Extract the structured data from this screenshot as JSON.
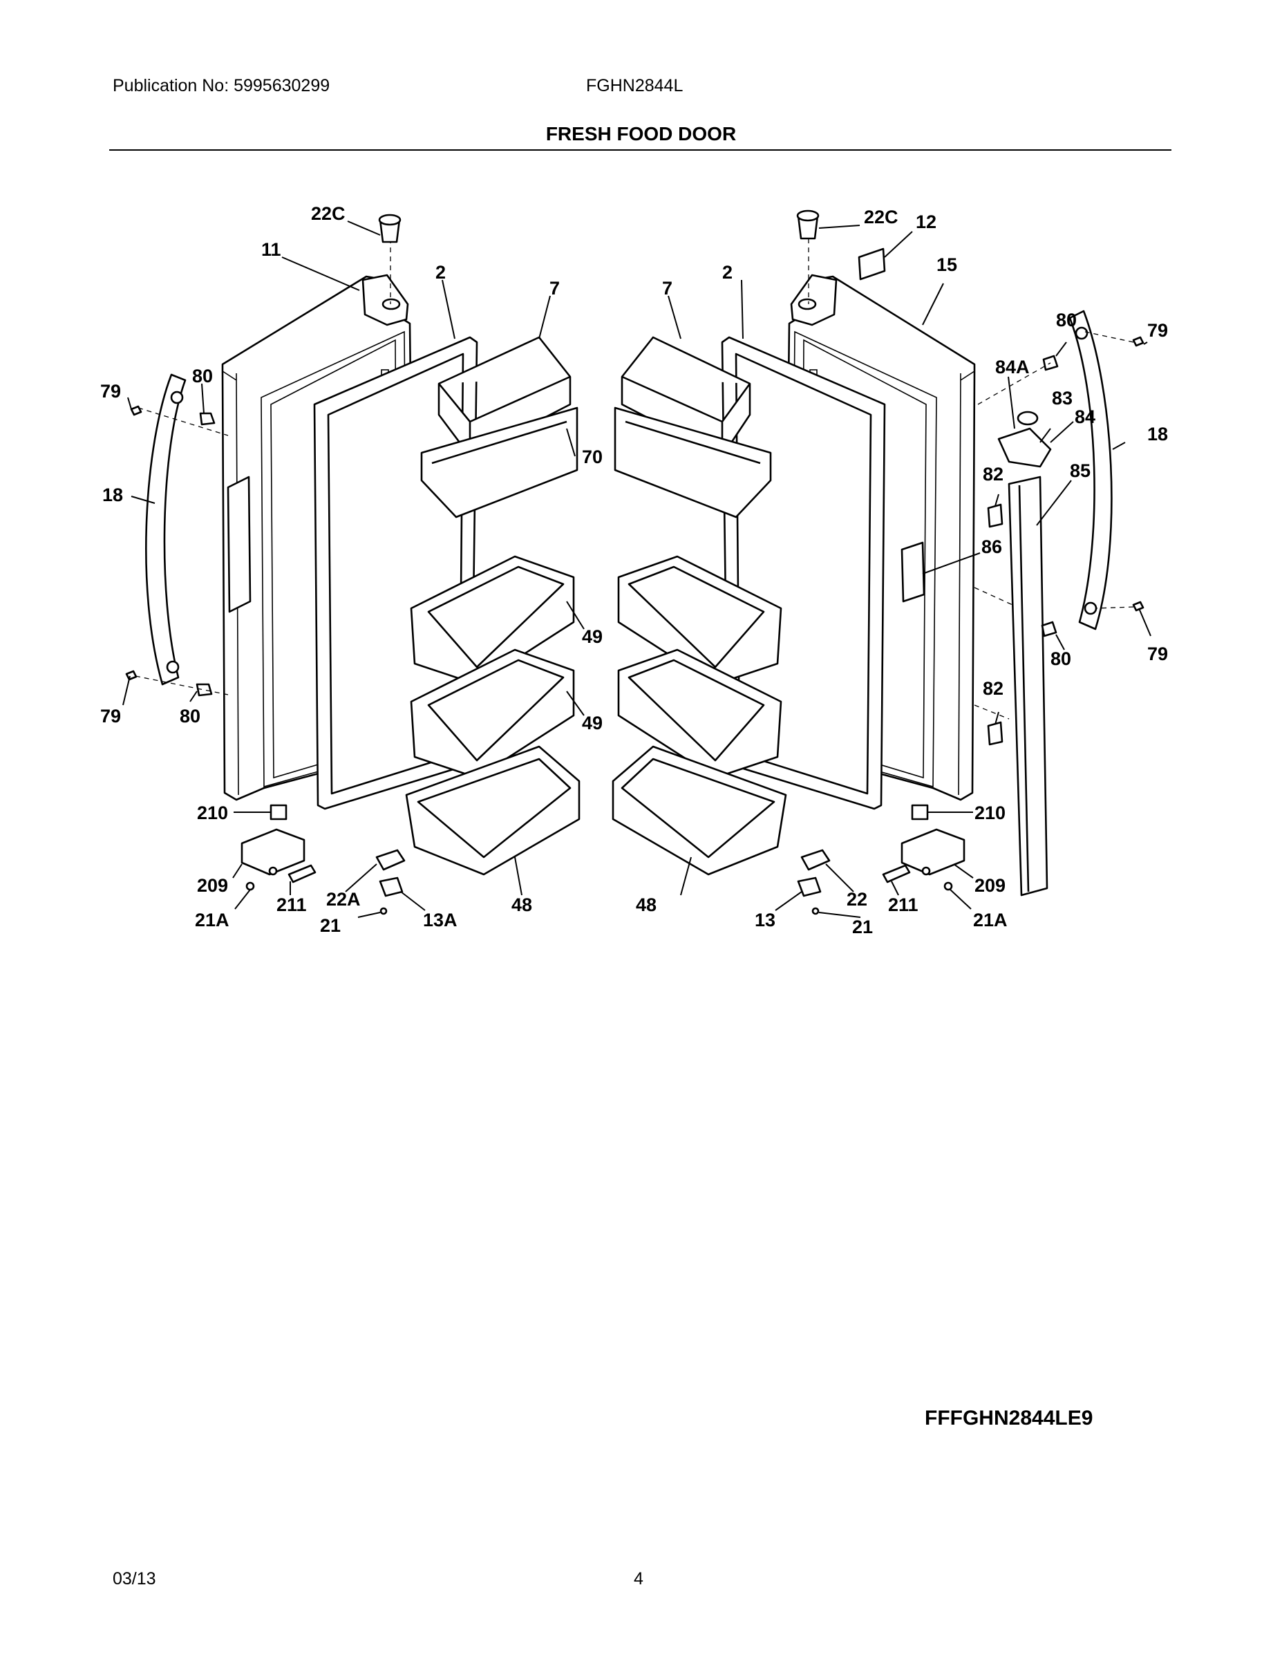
{
  "header": {
    "publication": "Publication No: 5995630299",
    "model": "FGHN2844L",
    "section_title": "FRESH FOOD DOOR"
  },
  "diagram": {
    "callouts": {
      "l_22c": "22C",
      "l_11": "11",
      "l_2": "2",
      "l_7": "7",
      "l_79_top": "79",
      "l_80_top": "80",
      "l_18": "18",
      "l_70": "70",
      "l_49_a": "49",
      "l_49_b": "49",
      "l_79_bot": "79",
      "l_80_bot": "80",
      "l_210": "210",
      "l_209": "209",
      "l_211": "211",
      "l_22a": "22A",
      "l_21a": "21A",
      "l_21": "21",
      "l_13a": "13A",
      "l_48": "48",
      "r_22c": "22C",
      "r_12": "12",
      "r_15": "15",
      "r_2": "2",
      "r_7": "7",
      "r_80_top": "80",
      "r_79_top": "79",
      "r_84a": "84A",
      "r_83": "83",
      "r_84": "84",
      "r_18": "18",
      "r_82_a": "82",
      "r_85": "85",
      "r_86": "86",
      "r_80_bot": "80",
      "r_79_bot": "79",
      "r_82_b": "82",
      "r_210": "210",
      "r_209": "209",
      "r_211": "211",
      "r_22": "22",
      "r_21a": "21A",
      "r_13": "13",
      "r_21": "21",
      "r_48": "48"
    }
  },
  "footer": {
    "model_code": "FFFGHN2844LE9",
    "date": "03/13",
    "page_number": "4"
  }
}
